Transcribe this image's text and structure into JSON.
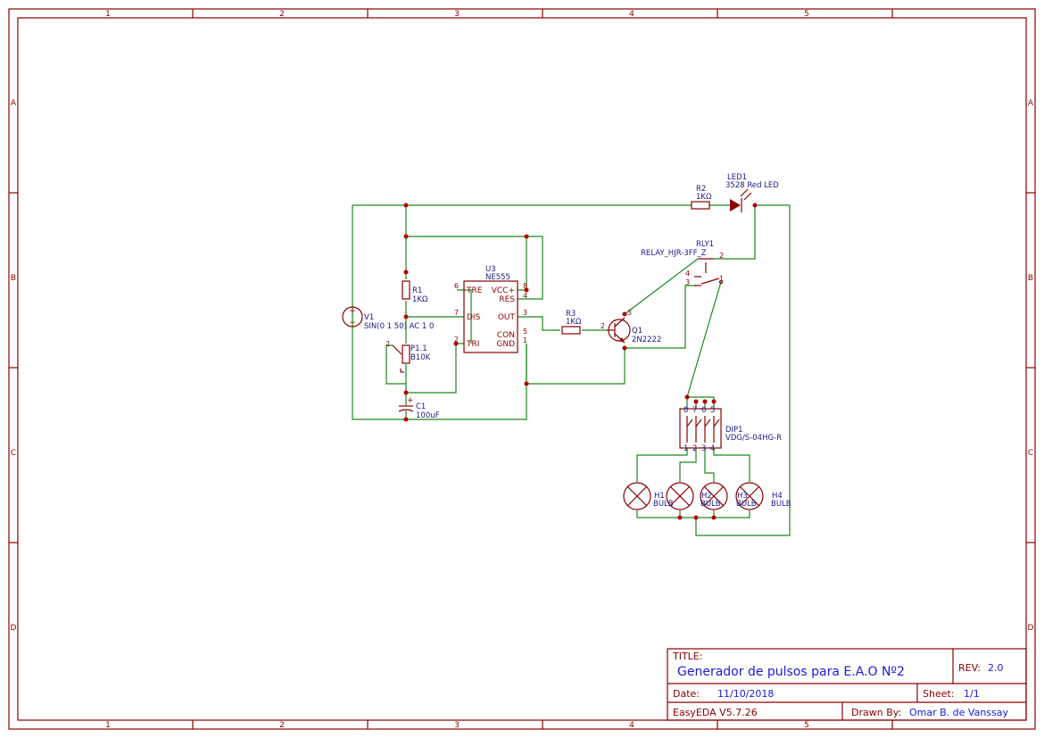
{
  "frame": {
    "col_labels": [
      "1",
      "2",
      "3",
      "4",
      "5"
    ],
    "row_labels": [
      "A",
      "B",
      "C",
      "D"
    ]
  },
  "components": {
    "v1": {
      "ref": "V1",
      "value": "SIN(0 1 50) AC 1 0"
    },
    "r1": {
      "ref": "R1",
      "value": "1KΩ"
    },
    "p1": {
      "ref": "P1.1",
      "value": "B10K",
      "pin": "2"
    },
    "c1": {
      "ref": "C1",
      "value": "100uF"
    },
    "u3": {
      "ref": "U3",
      "value": "NE555",
      "pins_left": [
        {
          "num": "6",
          "name": "TRE"
        },
        {
          "num": "7",
          "name": "DIS"
        },
        {
          "num": "2",
          "name": "TRI"
        }
      ],
      "pins_right": [
        {
          "num": "8",
          "name": "VCC+"
        },
        {
          "num": "4",
          "name": "RES"
        },
        {
          "num": "3",
          "name": "OUT"
        },
        {
          "num": "5",
          "name": "CON"
        },
        {
          "num": "1",
          "name": "GND"
        }
      ]
    },
    "r3": {
      "ref": "R3",
      "value": "1KΩ"
    },
    "q1": {
      "ref": "Q1",
      "value": "2N2222",
      "pin_base": "2",
      "pin_c": "3"
    },
    "r2": {
      "ref": "R2",
      "value": "1KΩ"
    },
    "led1": {
      "ref": "LED1",
      "value": "3528 Red LED"
    },
    "rly1": {
      "ref": "RLY1",
      "value": "RELAY_HJR-3FF_Z",
      "pins": [
        "2",
        "4",
        "3",
        "1"
      ]
    },
    "dip1": {
      "ref": "DIP1",
      "value": "VDG/S-04HG-R",
      "top_pins": [
        "8",
        "7",
        "6",
        "5"
      ],
      "bottom_pins": [
        "1",
        "2",
        "3",
        "4"
      ]
    },
    "h1": {
      "ref": "H1",
      "value": "BULB"
    },
    "h2": {
      "ref": "H2",
      "value": "BULB"
    },
    "h3": {
      "ref": "H3",
      "value": "BULB"
    },
    "h4": {
      "ref": "H4",
      "value": "BULB"
    }
  },
  "title_block": {
    "title_label": "TITLE:",
    "title": "Generador de pulsos para E.A.O Nº2",
    "rev_label": "REV:",
    "rev": "2.0",
    "date_label": "Date:",
    "date": "11/10/2018",
    "sheet_label": "Sheet:",
    "sheet": "1/1",
    "tool": "EasyEDA V5.7.26",
    "drawn_label": "Drawn By:",
    "drawn_by": "Omar B. de Vanssay"
  },
  "colors": {
    "frame": "#8b0000",
    "wire": "#1a8a1a",
    "label": "#1a1a8a",
    "title": "#1a1ae0"
  }
}
